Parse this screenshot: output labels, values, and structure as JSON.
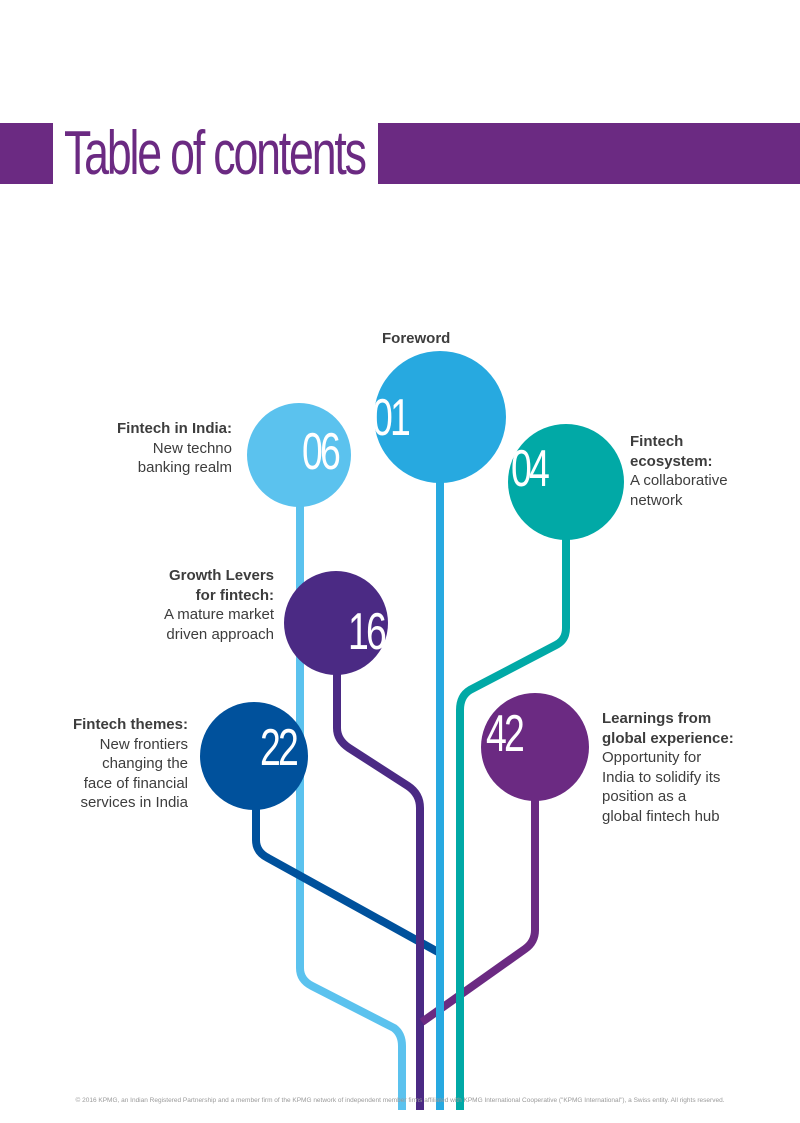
{
  "title": "Table of contents",
  "colors": {
    "purple": "#6b2a82",
    "light_blue": "#5bc2ee",
    "sky_blue": "#27a9e0",
    "teal": "#01a9a6",
    "indigo": "#4b2a84",
    "navy": "#00519c"
  },
  "entries": {
    "foreword": {
      "page": "01",
      "title": "Foreword"
    },
    "fintech_india": {
      "page": "06",
      "title_line1": "Fintech in India:",
      "desc_line1": "New techno",
      "desc_line2": "banking realm"
    },
    "ecosystem": {
      "page": "04",
      "title_line1": "Fintech",
      "title_line2": "ecosystem:",
      "desc_line1": "A collaborative",
      "desc_line2": "network"
    },
    "growth": {
      "page": "16",
      "title_line1": "Growth Levers",
      "title_line2": "for fintech:",
      "desc_line1": "A mature market",
      "desc_line2": "driven approach"
    },
    "themes": {
      "page": "22",
      "title_line1": "Fintech themes:",
      "desc_line1": "New frontiers",
      "desc_line2": "changing the",
      "desc_line3": "face of financial",
      "desc_line4": "services in India"
    },
    "learnings": {
      "page": "42",
      "title_line1": "Learnings from",
      "title_line2": "global experience:",
      "desc_line1": "Opportunity for",
      "desc_line2": "India to solidify its",
      "desc_line3": "position as a",
      "desc_line4": "global fintech hub"
    }
  },
  "footer": "© 2016 KPMG, an Indian Registered Partnership and a member firm of the KPMG network of independent member firms affiliated with KPMG International Cooperative (\"KPMG International\"), a Swiss entity. All rights reserved."
}
